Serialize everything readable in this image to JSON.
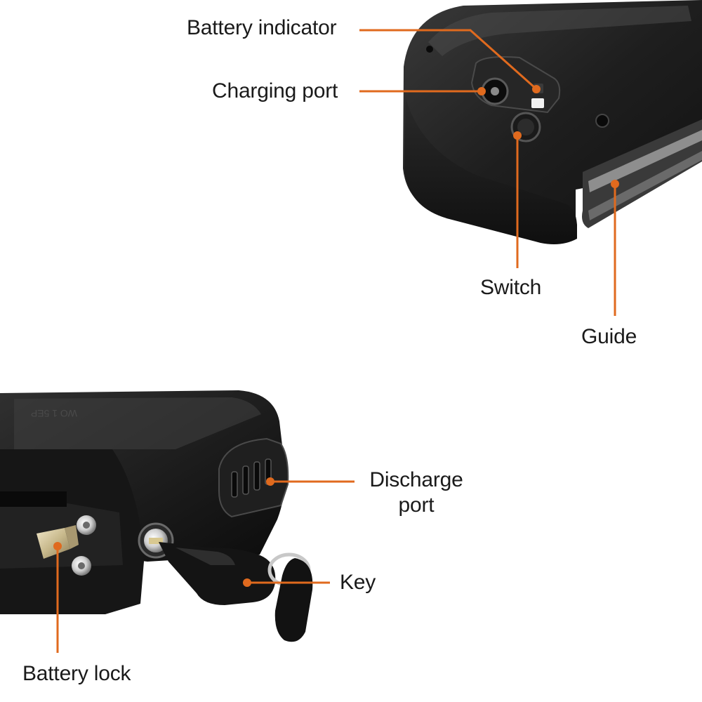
{
  "labels": {
    "battery_indicator": "Battery indicator",
    "charging_port": "Charging port",
    "switch": "Switch",
    "guide": "Guide",
    "discharge_port_line1": "Discharge",
    "discharge_port_line2": "port",
    "key": "Key",
    "battery_lock": "Battery lock"
  },
  "colors": {
    "callout": "#e06a1e",
    "battery_body": "#1c1c1c",
    "text": "#1a1a1a"
  }
}
